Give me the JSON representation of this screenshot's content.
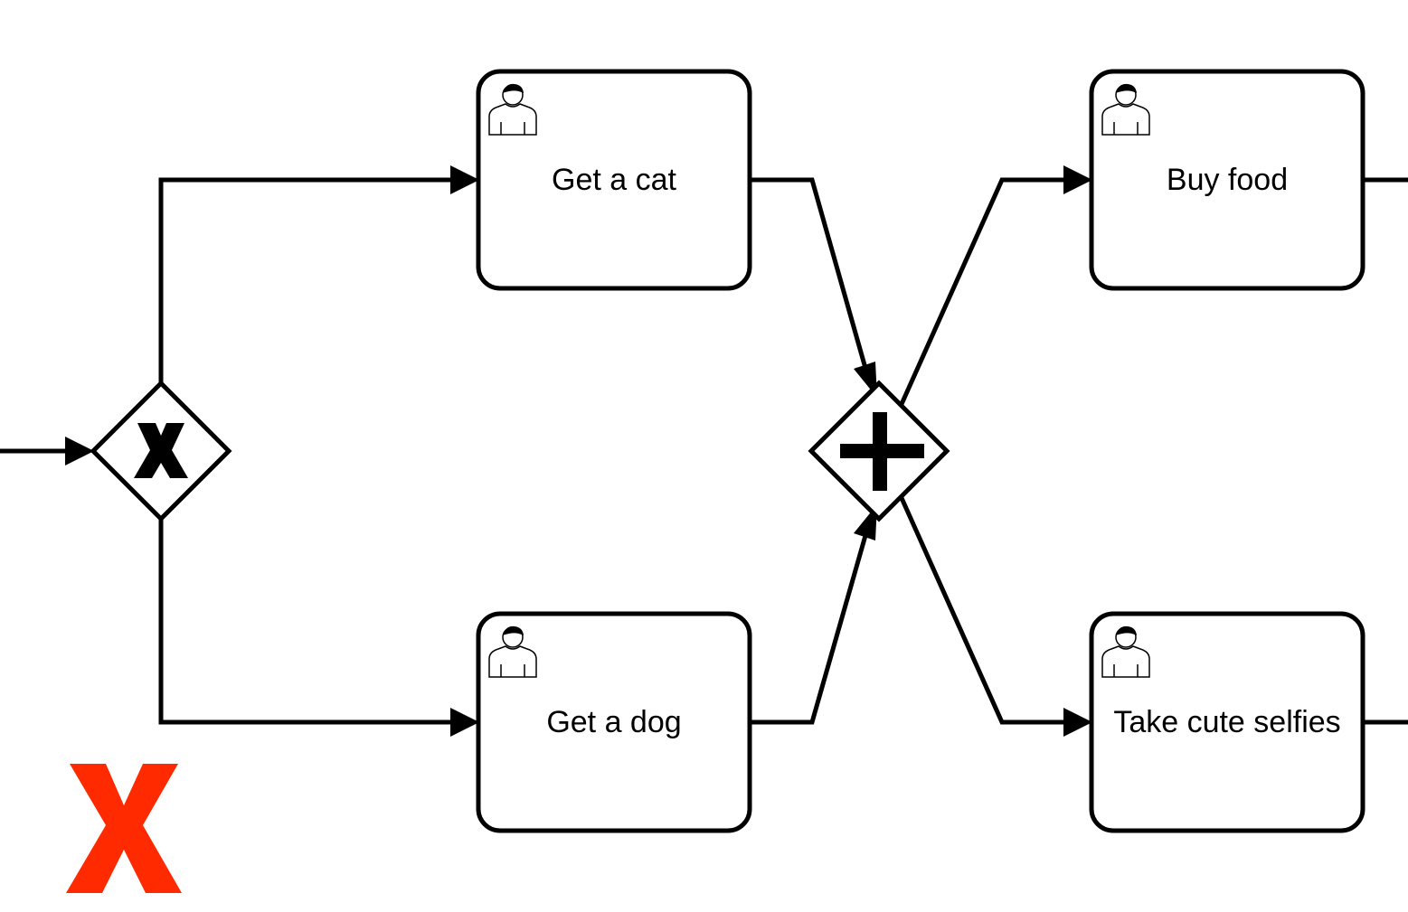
{
  "diagram": {
    "type": "BPMN process fragment",
    "tasks": [
      {
        "id": "get-cat",
        "label": "Get a cat",
        "icon": "user-icon"
      },
      {
        "id": "get-dog",
        "label": "Get a dog",
        "icon": "user-icon"
      },
      {
        "id": "buy-food",
        "label": "Buy food",
        "icon": "user-icon"
      },
      {
        "id": "take-selfies",
        "label": "Take cute selfies",
        "icon": "user-icon"
      }
    ],
    "gateways": [
      {
        "id": "split",
        "kind": "exclusive",
        "marker": "X"
      },
      {
        "id": "join",
        "kind": "parallel",
        "marker": "+"
      }
    ],
    "annotation": {
      "icon": "red-x-mark",
      "color": "#ff2a00",
      "meaning": "invalid-pattern"
    },
    "colors": {
      "stroke": "#000000",
      "background": "#ffffff",
      "mark": "#ff2a00"
    }
  }
}
